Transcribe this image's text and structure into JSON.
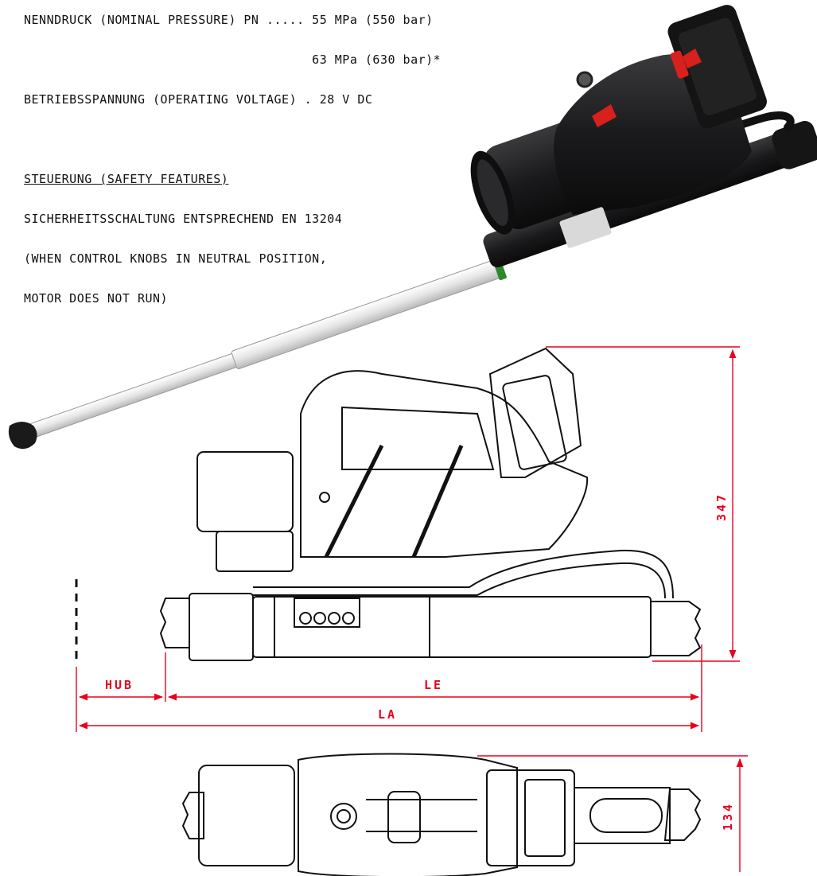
{
  "specs": {
    "line1": "NENNDRUCK (NOMINAL PRESSURE) PN ..... 55 MPa (550 bar)",
    "line2": "                                      63 MPa (630 bar)*",
    "line3": "BETRIEBSSPANNUNG (OPERATING VOLTAGE) . 28 V DC",
    "heading": "STEUERUNG (SAFETY FEATURES)",
    "line4": "SICHERHEITSSCHALTUNG ENTSPRECHEND EN 13204",
    "line5": "(WHEN CONTROL KNOBS IN NEUTRAL POSITION,",
    "line6": "MOTOR DOES NOT RUN)"
  },
  "dimensions": {
    "height": "347",
    "hub": "HUB",
    "le": "LE",
    "la": "LA",
    "width": "134"
  },
  "colors": {
    "dimension": "#e8001c",
    "body": "#1b1b1d",
    "piston": "#e9e9e9"
  }
}
